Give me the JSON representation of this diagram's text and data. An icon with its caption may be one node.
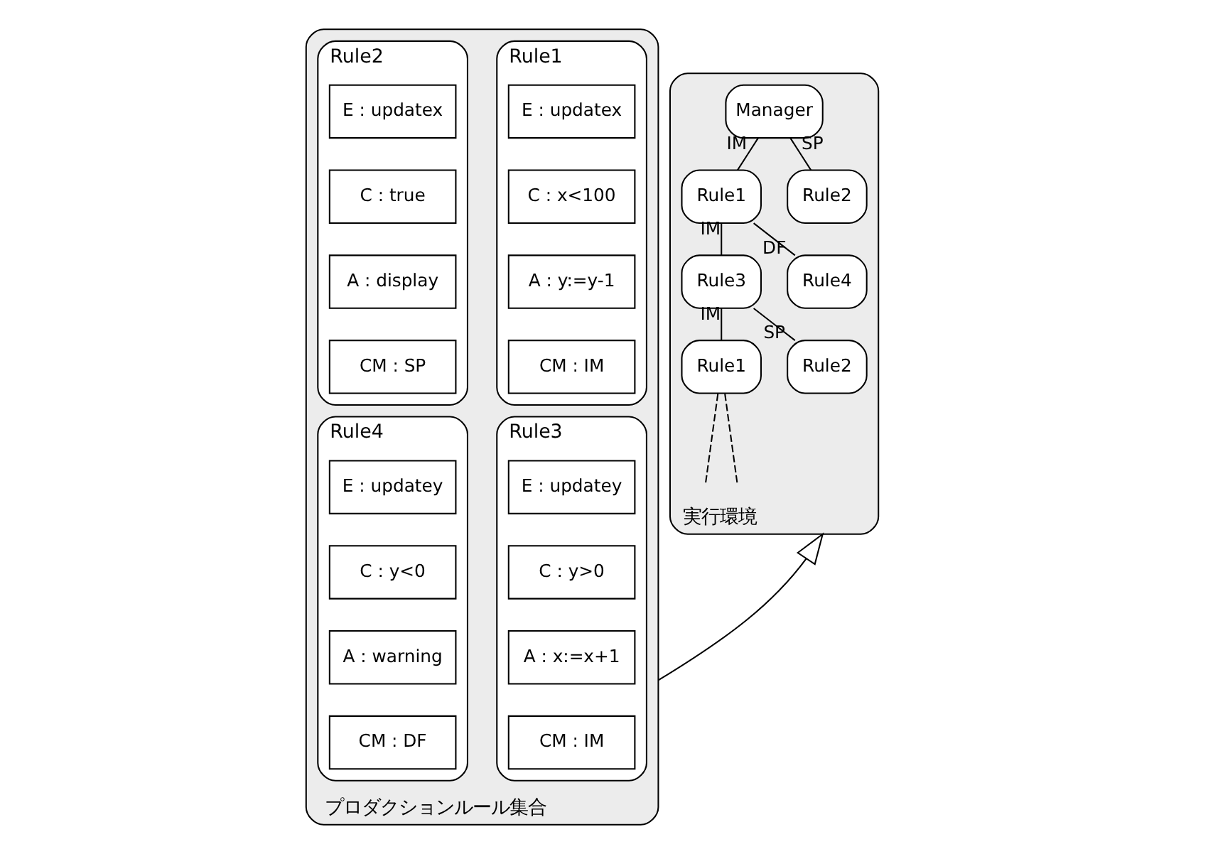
{
  "diagram": {
    "nodes": [
      {
        "text": [
          "プロダクションルール集合"
        ]
      },
      {
        "text": [
          "Rule1"
        ],
        "in": 0
      },
      {
        "text": [
          "E : updatex"
        ],
        "in": 1
      },
      {
        "text": [
          "C : x<100"
        ],
        "in": 1
      },
      {
        "text": [
          "A : y:=y-1"
        ],
        "in": 1
      },
      {
        "text": [
          "CM : IM"
        ],
        "in": 1
      },
      {
        "text": [
          "Rule2"
        ],
        "in": 0
      },
      {
        "text": [
          "E : updatex"
        ],
        "in": 6
      },
      {
        "text": [
          "C : true"
        ],
        "in": 6
      },
      {
        "text": [
          "A : display"
        ],
        "in": 6
      },
      {
        "text": [
          "CM : SP"
        ],
        "in": 6
      },
      {
        "text": [
          "Rule3"
        ],
        "in": 0
      },
      {
        "text": [
          "E : updatey"
        ],
        "in": 11
      },
      {
        "text": [
          "C : y>0"
        ],
        "in": 11
      },
      {
        "text": [
          "A : x:=x+1"
        ],
        "in": 11
      },
      {
        "text": [
          "CM : IM"
        ],
        "in": 11
      },
      {
        "text": [
          "Rule4"
        ],
        "in": 0
      },
      {
        "text": [
          "E : updatey"
        ],
        "in": 16
      },
      {
        "text": [
          "C : y<0"
        ],
        "in": 16
      },
      {
        "text": [
          "A : warning"
        ],
        "in": 16
      },
      {
        "text": [
          "CM : DF"
        ],
        "in": 16
      },
      {
        "text": [
          "実行環境"
        ]
      },
      {
        "text": [
          "Manager"
        ],
        "in": 21
      },
      {
        "text": [
          "Rule1"
        ],
        "in": 21
      },
      {
        "text": [
          "Rule2"
        ],
        "in": 21
      },
      {
        "text": [
          "Rule3"
        ],
        "in": 21
      },
      {
        "text": [
          "Rule4"
        ],
        "in": 21
      },
      {
        "text": [
          "Rule1"
        ],
        "in": 21
      },
      {
        "text": [
          "Rule2"
        ],
        "in": 21
      }
    ],
    "edges": [
      {
        "from": 0,
        "to": 21,
        "arrow": "to"
      },
      {
        "from": 22,
        "to": 23,
        "arrow": "none",
        "label": "IM"
      },
      {
        "from": 22,
        "to": 24,
        "arrow": "none",
        "label": "SP"
      },
      {
        "from": 23,
        "to": 25,
        "arrow": "none",
        "label": "IM"
      },
      {
        "from": 23,
        "to": 26,
        "arrow": "none",
        "label": "DF"
      },
      {
        "from": 25,
        "to": 27,
        "arrow": "none",
        "label": "IM"
      },
      {
        "from": 25,
        "to": 28,
        "arrow": "none",
        "label": "SP"
      },
      {
        "from": 27,
        "to": null,
        "arrow": "none",
        "style": "dashed"
      },
      {
        "from": 27,
        "to": null,
        "arrow": "none",
        "style": "dashed"
      }
    ]
  }
}
